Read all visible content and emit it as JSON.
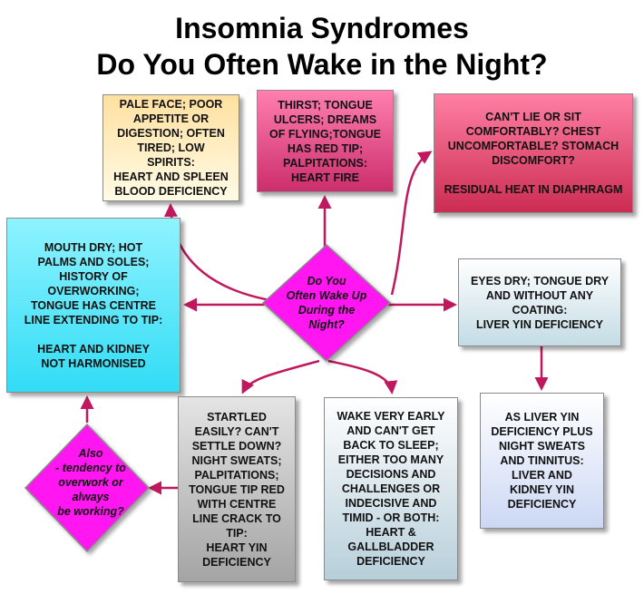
{
  "title": {
    "line1": "Insomnia Syndromes",
    "line2": "Do You Often Wake in the Night?"
  },
  "diamonds": {
    "main": "Do You\nOften Wake Up\nDuring the\nNight?",
    "also": "Also\n- tendency to\noverwork or\nalways\nbe working?"
  },
  "boxes": {
    "pale_face": "PALE FACE; POOR\nAPPETITE OR\nDIGESTION; OFTEN\nTIRED; LOW\nSPIRITS:\nHEART AND SPLEEN\nBLOOD DEFICIENCY",
    "thirst": "THIRST; TONGUE\nULCERS; DREAMS\nOF FLYING;TONGUE\nHAS RED TIP;\nPALPITATIONS:\nHEART FIRE",
    "cant_lie": "CAN'T LIE OR SIT\nCOMFORTABLY? CHEST\nUNCOMFORTABLE? STOMACH\nDISCOMFORT?\n\nRESIDUAL HEAT IN DIAPHRAGM",
    "mouth_dry": "MOUTH DRY; HOT\nPALMS AND SOLES;\nHISTORY OF\nOVERWORKING;\nTONGUE HAS CENTRE\nLINE EXTENDING TO TIP:\n\nHEART AND KIDNEY\nNOT HARMONISED",
    "eyes_dry": "EYES DRY; TONGUE DRY\nAND WITHOUT ANY\nCOATING:\nLIVER YIN DEFICIENCY",
    "startled": "STARTLED\nEASILY? CAN'T\nSETTLE DOWN?\nNIGHT SWEATS;\nPALPITATIONS;\nTONGUE TIP RED\nWITH CENTRE\nLINE CRACK TO\nTIP:\nHEART YIN\nDEFICIENCY",
    "wake_early": "WAKE VERY EARLY\nAND CAN'T GET\nBACK TO SLEEP;\nEITHER TOO MANY\nDECISIONS AND\nCHALLENGES OR\nINDECISIVE AND\nTIMID - OR BOTH:\nHEART &\nGALLBLADDER\nDEFICIENCY",
    "as_liver": "AS LIVER YIN\nDEFICIENCY PLUS\nNIGHT SWEATS\nAND TINNITUS:\nLIVER AND\nKIDNEY YIN\nDEFICIENCY"
  },
  "colors": {
    "arrow": "#c0185c",
    "diamond_fill": "#ff17f0",
    "diamond_stroke": "#8a8a8a"
  }
}
